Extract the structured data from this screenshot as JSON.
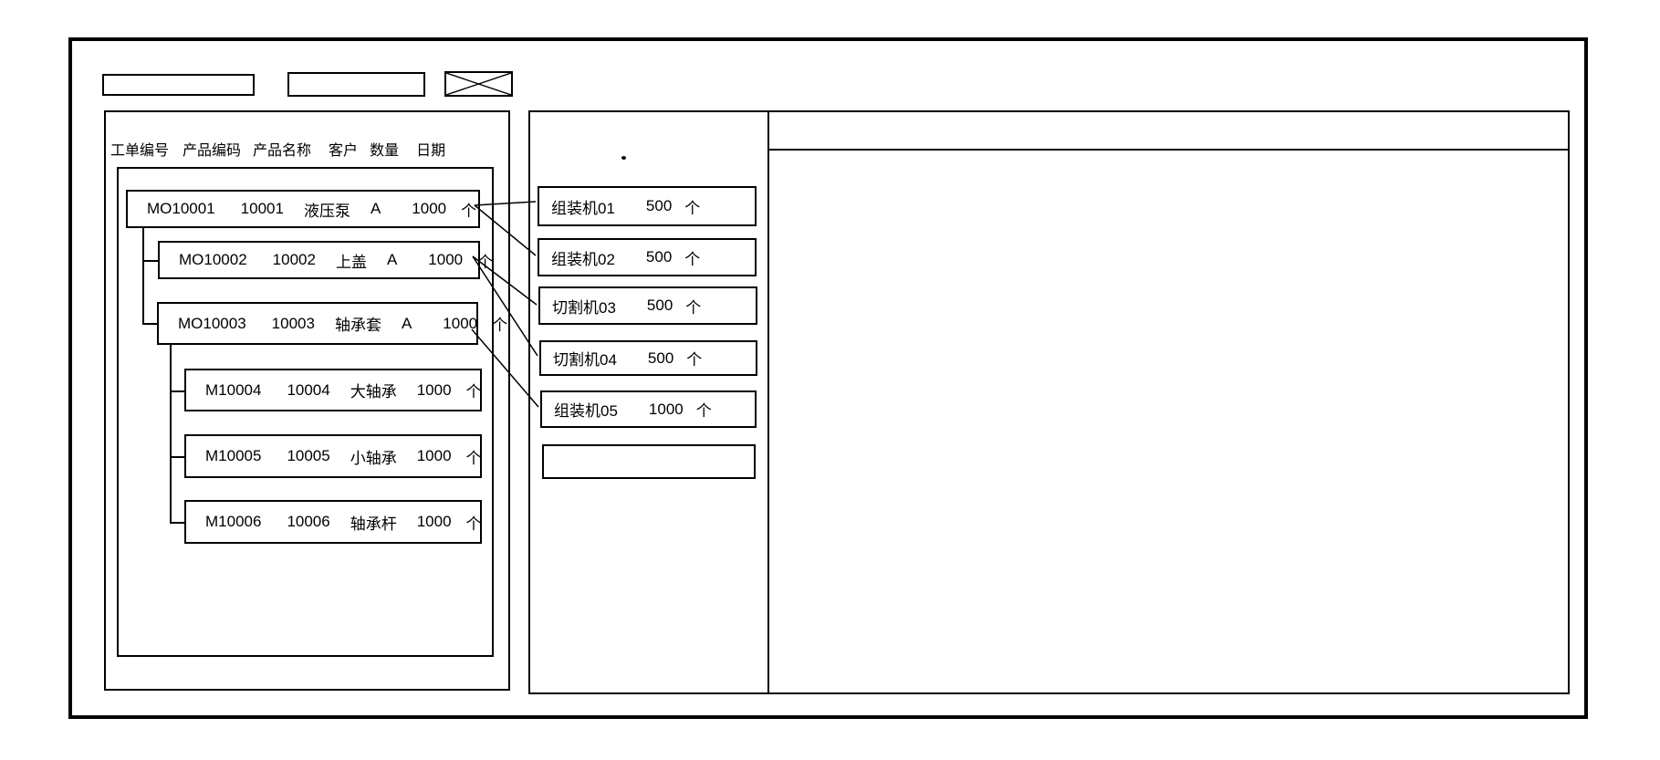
{
  "toolbar": {
    "field1_value": "",
    "field2_value": "",
    "placeholder_icon": "x-crossed-box"
  },
  "order_list": {
    "columns": [
      "工单编号",
      "产品编码",
      "产品名称",
      "客户",
      "数量",
      "日期"
    ],
    "orders": [
      {
        "id": "MO10001",
        "code": "10001",
        "name": "液压泵",
        "customer": "A",
        "qty": "1000",
        "unit": "个"
      },
      {
        "id": "MO10002",
        "code": "10002",
        "name": "上盖",
        "customer": "A",
        "qty": "1000",
        "unit": "个"
      },
      {
        "id": "MO10003",
        "code": "10003",
        "name": "轴承套",
        "customer": "A",
        "qty": "1000",
        "unit": "个"
      },
      {
        "id": "M10004",
        "code": "10004",
        "name": "大轴承",
        "customer": "",
        "qty": "1000",
        "unit": "个"
      },
      {
        "id": "M10005",
        "code": "10005",
        "name": "小轴承",
        "customer": "",
        "qty": "1000",
        "unit": "个"
      },
      {
        "id": "M10006",
        "code": "10006",
        "name": "轴承杆",
        "customer": "",
        "qty": "1000",
        "unit": "个"
      }
    ]
  },
  "workcenters": {
    "items": [
      {
        "name": "组装机01",
        "qty": "500",
        "unit": "个"
      },
      {
        "name": "组装机02",
        "qty": "500",
        "unit": "个"
      },
      {
        "name": "切割机03",
        "qty": "500",
        "unit": "个"
      },
      {
        "name": "切割机04",
        "qty": "500",
        "unit": "个"
      },
      {
        "name": "组装机05",
        "qty": "1000",
        "unit": "个"
      },
      {
        "name": "",
        "qty": "",
        "unit": ""
      }
    ]
  },
  "colors": {
    "line": "#000000",
    "background": "#ffffff"
  }
}
